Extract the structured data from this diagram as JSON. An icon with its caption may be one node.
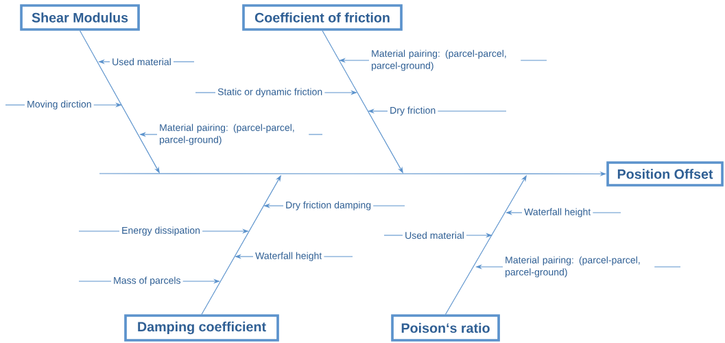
{
  "diagram": {
    "nodes": [
      {
        "text": [
          "Shear Modulus"
        ]
      },
      {
        "text": [
          "Coefficient of friction"
        ]
      },
      {
        "text": [
          "Position Offset"
        ]
      },
      {
        "text": [
          "Damping coefficient"
        ]
      },
      {
        "text": [
          "Poison‘s ratio"
        ]
      },
      {
        "text": [
          "Used material"
        ]
      },
      {
        "text": [
          "Moving dirction"
        ]
      },
      {
        "text": [
          "Material pairing: (parcel-parcel, parcel-ground)"
        ]
      },
      {
        "text": [
          "Material pairing: (parcel-parcel, parcel-ground)"
        ]
      },
      {
        "text": [
          "Static or dynamic friction"
        ]
      },
      {
        "text": [
          "Dry friction"
        ]
      },
      {
        "text": [
          "Dry friction damping"
        ]
      },
      {
        "text": [
          "Energy dissipation"
        ]
      },
      {
        "text": [
          "Waterfall height"
        ]
      },
      {
        "text": [
          "Mass of parcels"
        ]
      },
      {
        "text": [
          "Waterfall height"
        ]
      },
      {
        "text": [
          "Used material"
        ]
      },
      {
        "text": [
          "Material pairing: (parcel-parcel, parcel-ground)"
        ]
      }
    ],
    "edges": [
      {
        "from": null,
        "to": 2,
        "arrow": "to"
      },
      {
        "from": 0,
        "to": null,
        "arrow": "to"
      },
      {
        "from": 1,
        "to": null,
        "arrow": "to"
      },
      {
        "from": 3,
        "to": null,
        "arrow": "to"
      },
      {
        "from": 4,
        "to": null,
        "arrow": "to"
      },
      {
        "from": 5,
        "to": null,
        "arrow": "to"
      },
      {
        "from": 6,
        "to": null,
        "arrow": "to"
      },
      {
        "from": 7,
        "to": null,
        "arrow": "to"
      },
      {
        "from": 8,
        "to": null,
        "arrow": "to"
      },
      {
        "from": 9,
        "to": null,
        "arrow": "to"
      },
      {
        "from": 10,
        "to": null,
        "arrow": "to"
      },
      {
        "from": 11,
        "to": null,
        "arrow": "to"
      },
      {
        "from": 12,
        "to": null,
        "arrow": "to"
      },
      {
        "from": 13,
        "to": null,
        "arrow": "to"
      },
      {
        "from": 14,
        "to": null,
        "arrow": "to"
      },
      {
        "from": 15,
        "to": null,
        "arrow": "to"
      },
      {
        "from": 16,
        "to": null,
        "arrow": "to"
      },
      {
        "from": 17,
        "to": null,
        "arrow": "to"
      }
    ]
  }
}
